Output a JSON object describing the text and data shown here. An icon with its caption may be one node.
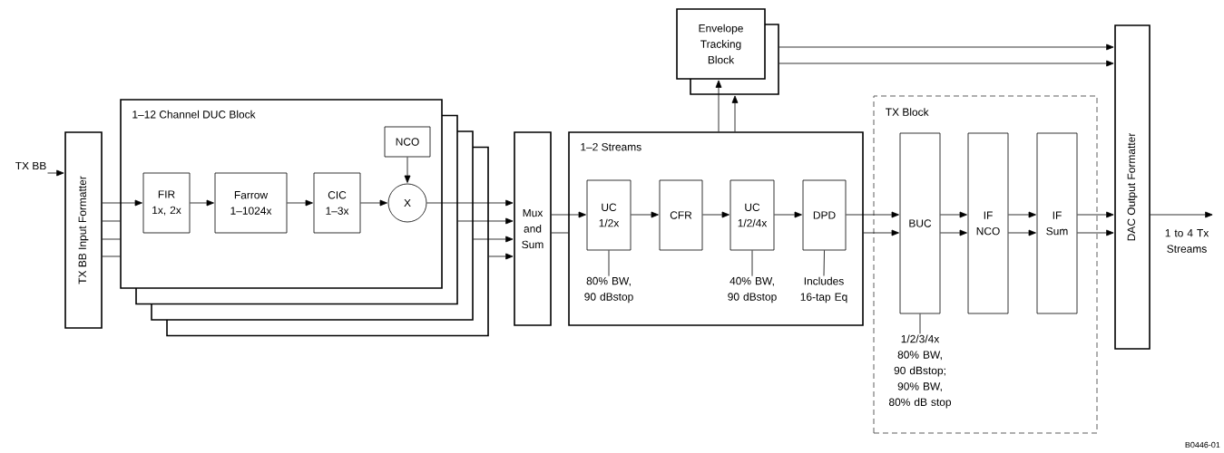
{
  "diagram": {
    "nodes": [
      {
        "text": [
          "TX BB"
        ]
      },
      {
        "text": [
          "TX BB Input Formatter"
        ]
      },
      {
        "text": [
          "1–12 Channel DUC Block"
        ]
      },
      {
        "text": [
          "FIR 1x, 2x"
        ],
        "in": 2
      },
      {
        "text": [
          "Farrow 1–1024x"
        ],
        "in": 2
      },
      {
        "text": [
          "CIC 1–3x"
        ],
        "in": 2
      },
      {
        "text": [
          "NCO"
        ],
        "in": 2
      },
      {
        "text": [
          "X"
        ],
        "in": 2
      },
      {
        "text": [
          "Mux and Sum"
        ]
      },
      {
        "text": [
          "1–2 Streams"
        ]
      },
      {
        "text": [
          "UC 1/2x"
        ],
        "in": 9
      },
      {
        "text": [
          "CFR"
        ],
        "in": 9
      },
      {
        "text": [
          "UC 1/2/4x"
        ],
        "in": 9
      },
      {
        "text": [
          "DPD"
        ],
        "in": 9
      },
      {
        "text": [
          "80% BW, 90 dBstop"
        ],
        "in": 9
      },
      {
        "text": [
          "40% BW, 90 dBstop"
        ],
        "in": 9
      },
      {
        "text": [
          "Includes 16-tap Eq"
        ],
        "in": 9
      },
      {
        "text": [
          "Envelope Tracking Block"
        ]
      },
      {
        "text": [
          "TX Block"
        ]
      },
      {
        "text": [
          "BUC"
        ],
        "in": 18
      },
      {
        "text": [
          "IF NCO"
        ],
        "in": 18
      },
      {
        "text": [
          "IF Sum"
        ],
        "in": 18
      },
      {
        "text": [
          "1/2/3/4x 80% BW, 90 dBstop; 90% BW, 80% dB stop"
        ],
        "in": 18
      },
      {
        "text": [
          "DAC Output Formatter"
        ]
      },
      {
        "text": [
          "1 to 4 Tx Streams"
        ]
      }
    ],
    "edges": [
      {
        "from": 0,
        "to": 1,
        "arrow": "to"
      },
      {
        "from": 1,
        "to": 3,
        "arrow": "to"
      },
      {
        "from": 1,
        "to": 2,
        "arrow": "none"
      },
      {
        "from": 1,
        "to": 2,
        "arrow": "none"
      },
      {
        "from": 1,
        "to": 2,
        "arrow": "none"
      },
      {
        "from": 3,
        "to": 4,
        "arrow": "to"
      },
      {
        "from": 4,
        "to": 5,
        "arrow": "to"
      },
      {
        "from": 5,
        "to": 7,
        "arrow": "to"
      },
      {
        "from": 6,
        "to": 7,
        "arrow": "to"
      },
      {
        "from": 7,
        "to": 8,
        "arrow": "to"
      },
      {
        "from": 2,
        "to": 8,
        "arrow": "to"
      },
      {
        "from": 2,
        "to": 8,
        "arrow": "to"
      },
      {
        "from": 2,
        "to": 8,
        "arrow": "to"
      },
      {
        "from": 8,
        "to": 10,
        "arrow": "to"
      },
      {
        "from": 8,
        "to": 9,
        "arrow": "none"
      },
      {
        "from": 10,
        "to": 11,
        "arrow": "to"
      },
      {
        "from": 11,
        "to": 12,
        "arrow": "to"
      },
      {
        "from": 12,
        "to": 13,
        "arrow": "to"
      },
      {
        "from": 10,
        "to": 14,
        "arrow": "none"
      },
      {
        "from": 12,
        "to": 15,
        "arrow": "none"
      },
      {
        "from": 13,
        "to": 16,
        "arrow": "none"
      },
      {
        "from": 9,
        "to": 17,
        "arrow": "to"
      },
      {
        "from": 9,
        "to": 17,
        "arrow": "to"
      },
      {
        "from": 17,
        "to": 23,
        "arrow": "to"
      },
      {
        "from": 17,
        "to": 23,
        "arrow": "to"
      },
      {
        "from": 13,
        "to": 19,
        "arrow": "to"
      },
      {
        "from": 9,
        "to": 19,
        "arrow": "to"
      },
      {
        "from": 19,
        "to": 20,
        "arrow": "to"
      },
      {
        "from": 19,
        "to": 20,
        "arrow": "to"
      },
      {
        "from": 20,
        "to": 21,
        "arrow": "to"
      },
      {
        "from": 20,
        "to": 21,
        "arrow": "to"
      },
      {
        "from": 21,
        "to": 23,
        "arrow": "to"
      },
      {
        "from": 21,
        "to": 23,
        "arrow": "to"
      },
      {
        "from": 19,
        "to": 22,
        "arrow": "none"
      },
      {
        "from": 23,
        "to": 24,
        "arrow": "to"
      }
    ],
    "labels": [
      "B0446-01"
    ]
  }
}
